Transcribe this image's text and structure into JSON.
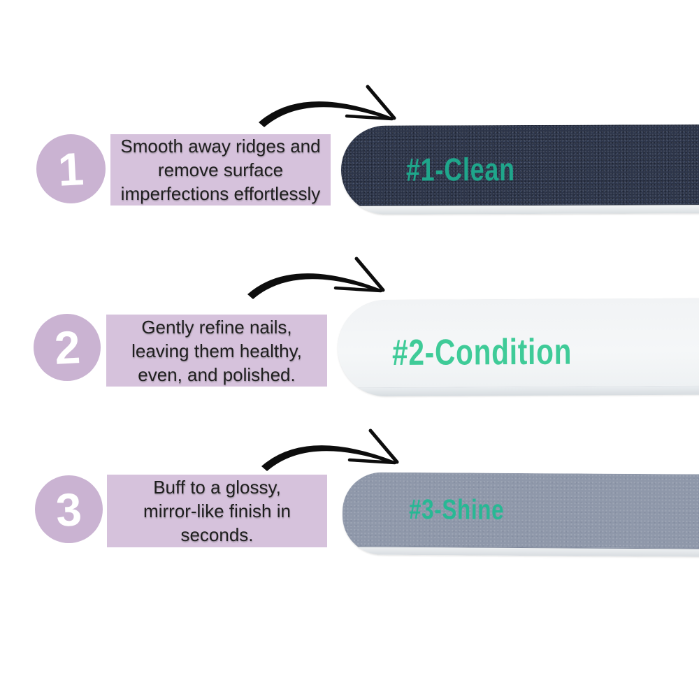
{
  "background_color": "#ffffff",
  "palette": {
    "circle_fill": "#cab3d2",
    "box_fill": "#d6c2dc",
    "body_text": "#1e1e1e",
    "number_text": "#ffffff",
    "arrow_color": "#0d0d0d",
    "file1_body": "#2d3549",
    "file2_body": "#f3f5f7",
    "file3_body": "#8f98aa",
    "file1_label_color": "#1fa68b",
    "file2_label_color": "#3fcb98",
    "file3_label_color": "#28b894"
  },
  "steps": [
    {
      "number": "1",
      "description_lines": [
        "Smooth away ridges and",
        "remove surface",
        "imperfections effortlessly"
      ],
      "file": {
        "label": "#1-Clean",
        "appearance": "dark navy gritty nail file"
      }
    },
    {
      "number": "2",
      "description_lines": [
        "Gently refine nails,",
        "leaving them healthy,",
        "even, and polished."
      ],
      "file": {
        "label": "#2-Condition",
        "appearance": "white smooth nail file"
      }
    },
    {
      "number": "3",
      "description_lines": [
        "Buff to a glossy,",
        "mirror-like finish in",
        "seconds."
      ],
      "file": {
        "label": "#3-Shine",
        "appearance": "gray buffing nail file"
      }
    }
  ]
}
